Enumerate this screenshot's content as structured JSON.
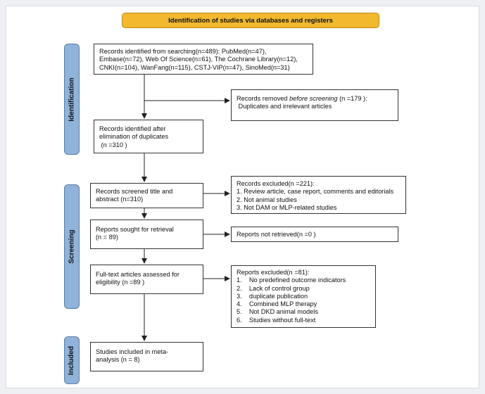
{
  "header": "Identification of studies via databases and registers",
  "stages": {
    "identification": "Identification",
    "screening": "Screening",
    "included": "Included"
  },
  "boxes": {
    "records_identified": [
      "Records identified from searching(n=489): PubMed(n=47),",
      "Embase(n=72), Web Of Science(n=61), The Cochrane Library(n=12),",
      "CNKI(n=104), WanFang(n=115), CSTJ-VIP(n=47), SinoMed(n=31)"
    ],
    "records_removed": {
      "prefix": "Records removed ",
      "italic": "before screening",
      "suffix": " (n =179 ):",
      "line2": " Duplicates and irrelevant articles"
    },
    "after_duplicates": [
      "Records identified after",
      "elimination of duplicates",
      " (n =310 )"
    ],
    "screened": [
      "Records screened title and",
      "abstract (n=310)"
    ],
    "excluded": [
      "Records excluded(n =221):",
      "1. Review article, case report, comments and editorials",
      "2. Not animal studies",
      "3. Not DAM or MLP-related studies"
    ],
    "sought": [
      "Reports sought for retrieval",
      "(n = 89)"
    ],
    "not_retrieved": [
      "Reports not retrieved(n =0 )"
    ],
    "full_text": [
      "Full-text articles assessed for",
      "eligibility (n =89 )"
    ],
    "reports_excluded": [
      "Reports excluded(n =81):",
      "1.    No predefined outcome indicators",
      "2.    Lack of control group",
      "3.    duplicate publication",
      "4.    Combined MLP therapy",
      "5.    Not DKD animal models",
      "6.    Studies without full-text"
    ],
    "included_studies": [
      "Studies included in meta-",
      "analysis (n = 8)"
    ]
  }
}
